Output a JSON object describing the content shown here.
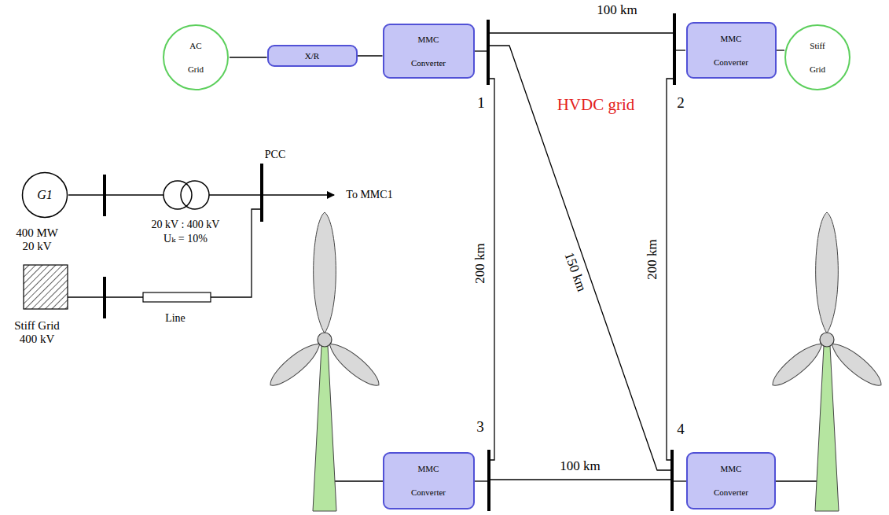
{
  "diagram": {
    "nodes": [
      {
        "text": [
          "AC Grid"
        ]
      },
      {
        "text": [
          "X/R"
        ]
      },
      {
        "text": [
          "MMC Converter"
        ]
      },
      {
        "text": [
          "MMC Converter"
        ]
      },
      {
        "text": [
          "Stiff Grid"
        ]
      },
      {
        "text": [
          "G1"
        ]
      },
      {
        "text": [
          "MMC Converter"
        ]
      },
      {
        "text": [
          "MMC Converter"
        ]
      }
    ],
    "edges": [
      {
        "from": 0,
        "to": 1,
        "arrow": "none"
      },
      {
        "from": 1,
        "to": 2,
        "arrow": "none"
      },
      {
        "from": 3,
        "to": 4,
        "arrow": "none"
      }
    ],
    "labels": [
      "100 km",
      "1",
      "HVDC grid",
      "2",
      "200 km",
      "150 km",
      "200 km",
      "3",
      "4",
      "100 km",
      "PCC",
      "To MMC1",
      "20 kV : 400 kV",
      "Uₖ = 10%",
      "Line",
      "400 MW 20 kV",
      "Stiff Grid 400 kV"
    ]
  }
}
